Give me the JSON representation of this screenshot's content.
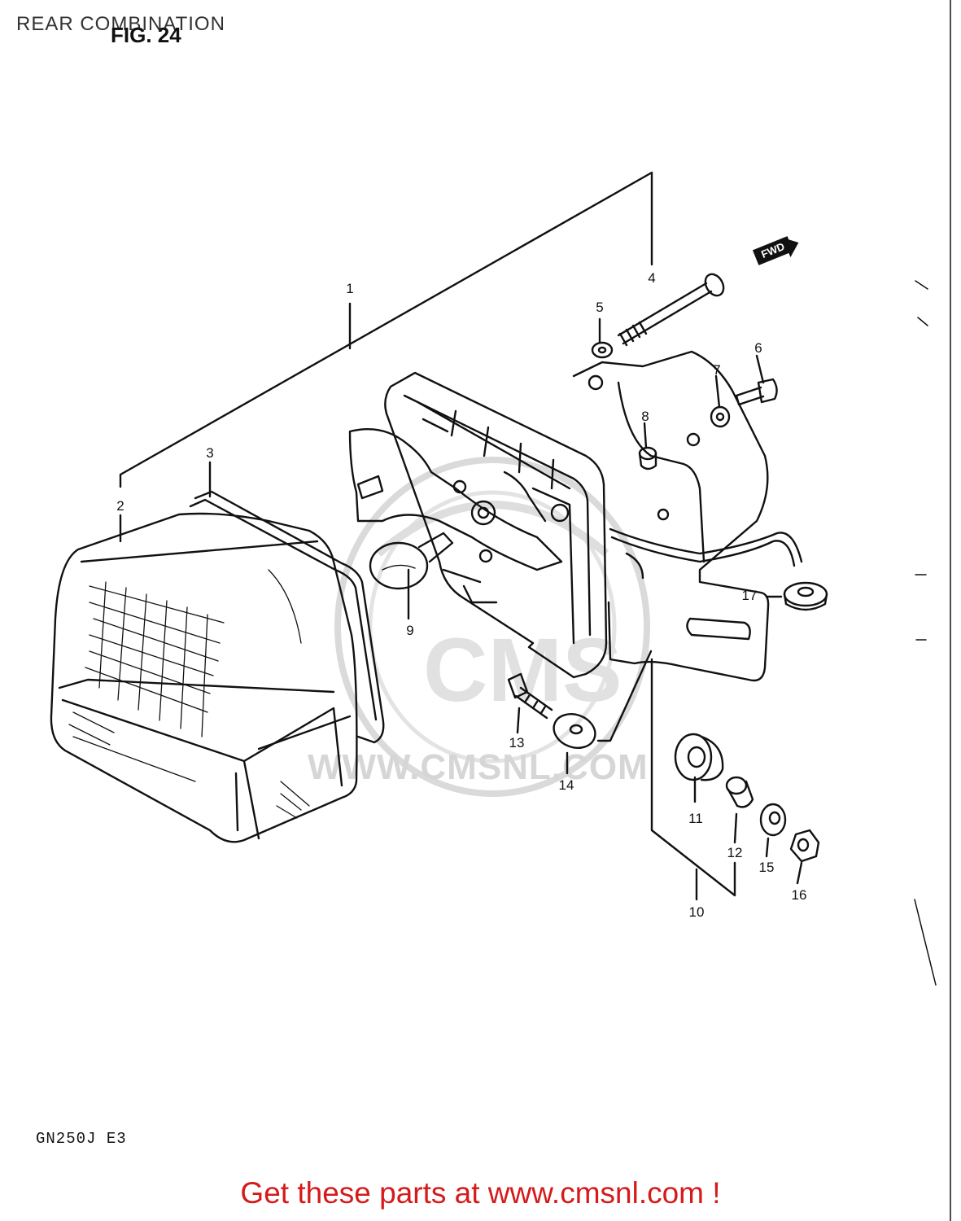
{
  "page_title": "REAR COMBINATION",
  "figure_label": "FIG. 24",
  "model_code": "GN250J  E3",
  "forward_marker": "FWD",
  "watermark": {
    "brand": "CMS",
    "url": "WWW.CMSNL.COM"
  },
  "promo": {
    "text": "Get these parts at www.cmsnl.com !",
    "color": "#d61a1a"
  },
  "callouts": [
    "1",
    "2",
    "3",
    "4",
    "5",
    "6",
    "7",
    "8",
    "9",
    "10",
    "11",
    "12",
    "13",
    "14",
    "15",
    "16",
    "17"
  ]
}
